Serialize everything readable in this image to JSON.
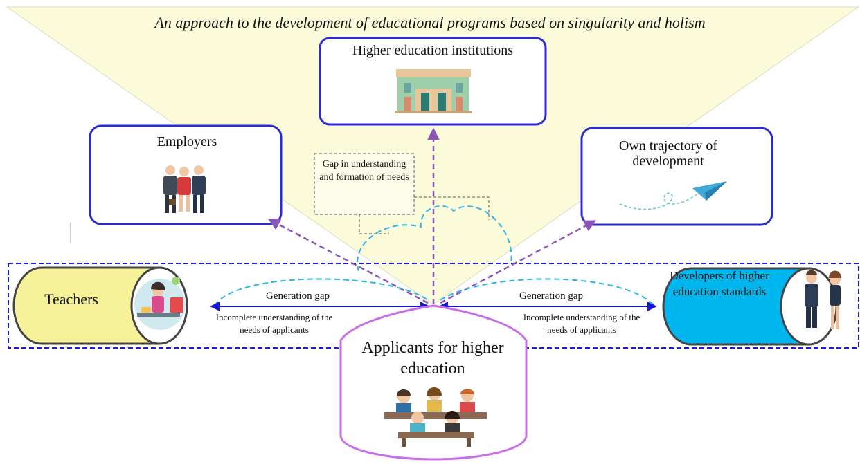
{
  "title": "An approach to the development of educational programs based on singularity and holism",
  "nodes": {
    "higher_education_institutions": "Higher education institutions",
    "employers": "Employers",
    "own_trajectory": "Own trajectory of development",
    "teachers": "Teachers",
    "developers": "Developers of higher education standards",
    "applicants": "Applicants for higher education"
  },
  "gap_note": "Gap in understanding and formation of needs",
  "relations": {
    "generation_gap_left": "Generation gap",
    "generation_gap_right": "Generation gap",
    "incomplete_left": "Incomplete understanding of the needs of applicants",
    "incomplete_right": "Incomplete understanding of the needs of applicants"
  },
  "colors": {
    "cone_fill": "#fbfad9",
    "box_border": "#2b2bd6",
    "applicants_border": "#c86ee8",
    "band_dash": "#1a1ad8",
    "teachers_fill": "#f7f29a",
    "developers_fill": "#00b6ef",
    "purple_arrow": "#8a55b8",
    "cyan_curve": "#29b6e8",
    "blue_arrow": "#1515d6"
  },
  "icons": [
    "university-building-icon",
    "business-people-icon",
    "paper-plane-icon",
    "teacher-at-desk-icon",
    "officials-icon",
    "students-at-desks-icon"
  ]
}
